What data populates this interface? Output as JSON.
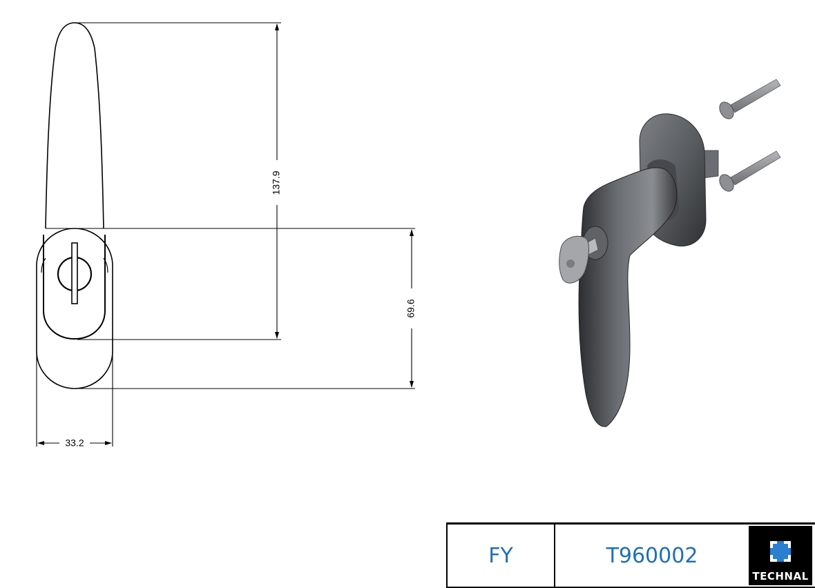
{
  "dimensions": {
    "height_total": "137.9",
    "height_lower": "69.6",
    "width": "33.2"
  },
  "title_block": {
    "code": "FY",
    "reference": "T960002",
    "brand": "TECHNAL"
  },
  "colors": {
    "accent_text": "#1e6fb5",
    "logo_mark": "#2a7fd0",
    "render_body": "#55585c"
  }
}
